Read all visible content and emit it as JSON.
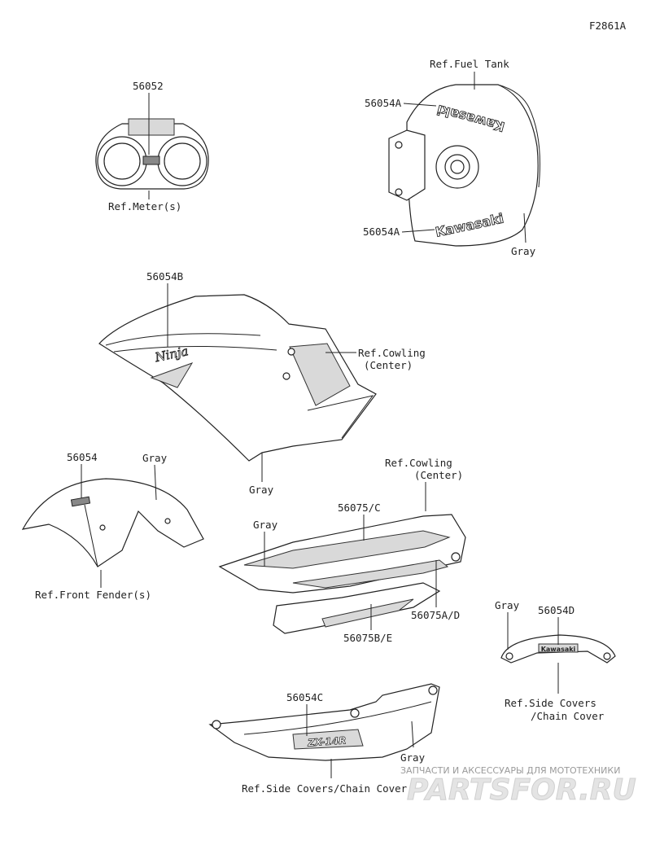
{
  "figure_id": "F2861A",
  "labels": {
    "meter_part": "56052",
    "meter_ref": "Ref.Meter(s)",
    "fuel_tank_ref": "Ref.Fuel Tank",
    "tank_decal_top": "56054A",
    "tank_decal_bottom": "56054A",
    "tank_gray": "Gray",
    "cowl_part": "56054B",
    "cowl_ref_line1": "Ref.Cowling",
    "cowl_ref_line2": "(Center)",
    "cowl_gray": "Gray",
    "fender_part": "56054",
    "fender_gray": "Gray",
    "fender_ref": "Ref.Front Fender(s)",
    "center_ref_line1": "Ref.Cowling",
    "center_ref_line2": "(Center)",
    "center_gray": "Gray",
    "stripe_c": "56075/C",
    "stripe_ad": "56075A/D",
    "stripe_be": "56075B/E",
    "chain_gray": "Gray",
    "chain_part": "56054D",
    "chain_ref_line1": "Ref.Side Covers",
    "chain_ref_line2": "/Chain Cover",
    "side_part": "56054C",
    "side_gray": "Gray",
    "side_ref": "Ref.Side Covers/Chain Cover"
  },
  "decal_text": {
    "tank_brand_top": "Kawasaki",
    "tank_brand_bottom": "Kawasaki",
    "cowl_model": "Ninja",
    "chain_brand": "Kawasaki",
    "side_model": "ZX-14R"
  },
  "watermark": {
    "caption": "ЗАПЧАСТИ И АКСЕССУАРЫ ДЛЯ МОТОТЕХНИКИ",
    "site": "PARTSFOR.RU"
  }
}
